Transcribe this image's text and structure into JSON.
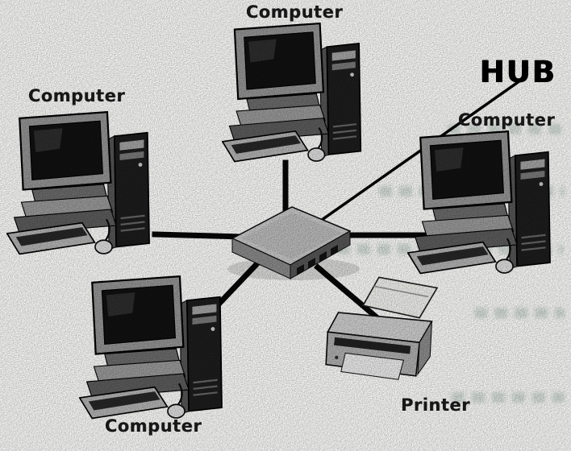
{
  "diagram": {
    "type": "star-network-topology",
    "hub": {
      "label": "HUB"
    },
    "nodes": [
      {
        "id": "computer-top",
        "type": "computer",
        "label": "Computer"
      },
      {
        "id": "computer-left",
        "type": "computer",
        "label": "Computer"
      },
      {
        "id": "computer-right",
        "type": "computer",
        "label": "Computer"
      },
      {
        "id": "computer-bottom-left",
        "type": "computer",
        "label": "Computer"
      },
      {
        "id": "printer",
        "type": "printer",
        "label": "Printer"
      }
    ],
    "connections": [
      {
        "from": "hub",
        "to": "computer-top"
      },
      {
        "from": "hub",
        "to": "computer-left"
      },
      {
        "from": "hub",
        "to": "computer-right"
      },
      {
        "from": "hub",
        "to": "computer-bottom-left"
      },
      {
        "from": "hub",
        "to": "printer"
      }
    ],
    "colors": {
      "ink": "#111111",
      "device_gray": "#979797",
      "screen_dark": "#161616",
      "hub_gray": "#c9c9c9",
      "paper": "#fcfcfb"
    }
  }
}
